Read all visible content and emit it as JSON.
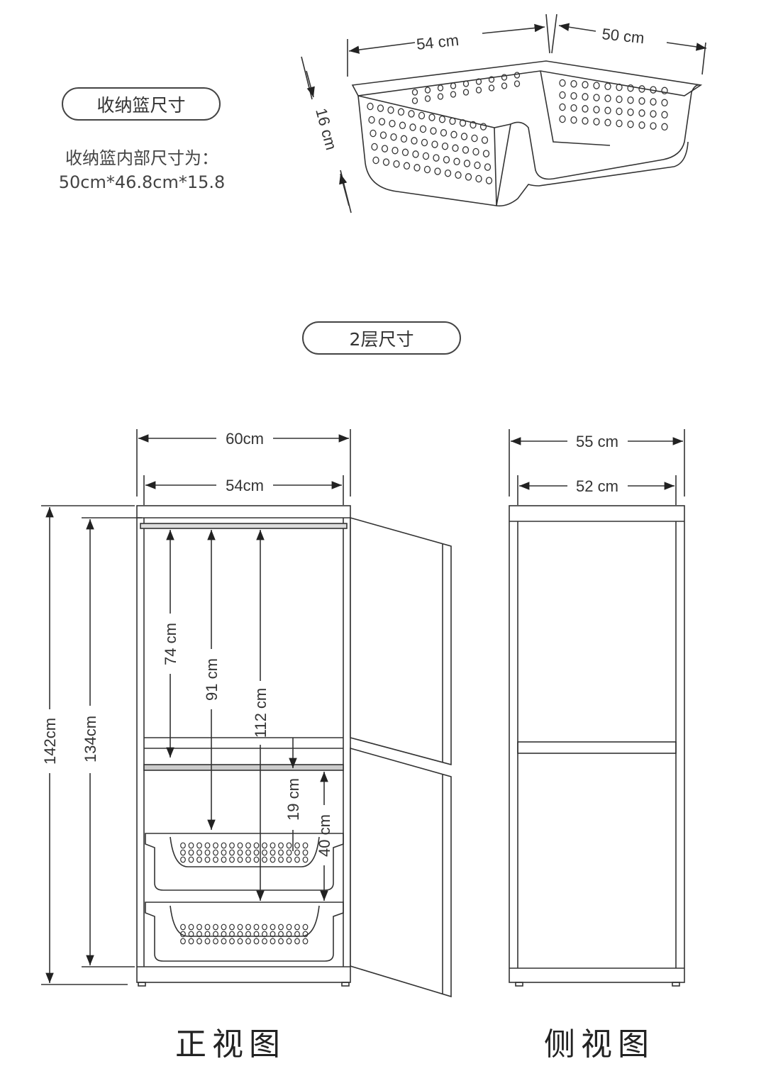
{
  "basket_section": {
    "label": "收纳篮尺寸",
    "inner_note": "收纳篮内部尺寸为：",
    "inner_dims": "50cm*46.8cm*15.8",
    "dims": {
      "length": "54 cm",
      "width": "50 cm",
      "height": "16 cm"
    }
  },
  "cabinet_section": {
    "label": "2层尺寸",
    "front_view": {
      "title": "正视图",
      "outer_width": "60cm",
      "inner_width": "54cm",
      "outer_height": "142cm",
      "inner_height": "134cm",
      "h1": "74 cm",
      "h2": "91 cm",
      "h3": "112 cm",
      "h4": "19 cm",
      "h5": "40 cm"
    },
    "side_view": {
      "title": "侧视图",
      "outer_depth": "55 cm",
      "inner_depth": "52 cm"
    }
  }
}
